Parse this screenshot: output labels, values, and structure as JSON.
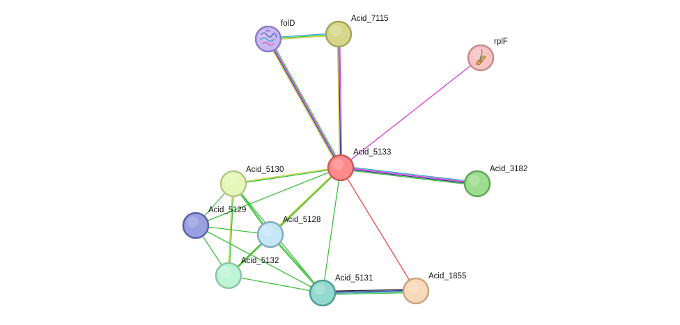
{
  "network": {
    "nodes": [
      {
        "id": "folD",
        "label": "folD",
        "color": "#c7b8f0",
        "border": "#8e7ac8",
        "icon": "protein-structure-icon"
      },
      {
        "id": "Acid_7115",
        "label": "Acid_7115",
        "color": "#d6d68c",
        "border": "#a3a35a"
      },
      {
        "id": "rplF",
        "label": "rplF",
        "color": "#f7c3c3",
        "border": "#c48c8c",
        "icon": "protein-structure-icon"
      },
      {
        "id": "Acid_5133",
        "label": "Acid_5133",
        "color": "#ff8a8a",
        "border": "#c75a5a"
      },
      {
        "id": "Acid_5130",
        "label": "Acid_5130",
        "color": "#e6f7b8",
        "border": "#b0c788"
      },
      {
        "id": "Acid_3182",
        "label": "Acid_3182",
        "color": "#9ddd8f",
        "border": "#5fa757"
      },
      {
        "id": "Acid_5129",
        "label": "Acid_5129",
        "color": "#99a0e0",
        "border": "#5a61a8"
      },
      {
        "id": "Acid_5128",
        "label": "Acid_5128",
        "color": "#c4e6f7",
        "border": "#86a8bf"
      },
      {
        "id": "Acid_5132",
        "label": "Acid_5132",
        "color": "#bff5d7",
        "border": "#8cc4a4"
      },
      {
        "id": "Acid_5131",
        "label": "Acid_5131",
        "color": "#93d9cf",
        "border": "#4f9c92"
      },
      {
        "id": "Acid_1855",
        "label": "Acid_1855",
        "color": "#f8d9b9",
        "border": "#c9a47f"
      }
    ],
    "evidence_colors": {
      "green": "#3cbf3c",
      "magenta": "#d43bd4",
      "darkblue": "#3a3a8c",
      "yellow": "#c8cf3c",
      "cyan": "#3aa6c9",
      "black": "#222222",
      "red": "#e84545"
    },
    "edges": [
      {
        "source": "folD",
        "target": "Acid_7115",
        "evidence": [
          "cyan",
          "green",
          "yellow"
        ]
      },
      {
        "source": "folD",
        "target": "Acid_5133",
        "evidence": [
          "green",
          "magenta",
          "darkblue",
          "yellow"
        ]
      },
      {
        "source": "Acid_7115",
        "target": "Acid_5133",
        "evidence": [
          "magenta",
          "darkblue",
          "yellow"
        ]
      },
      {
        "source": "rplF",
        "target": "Acid_5133",
        "evidence": [
          "magenta"
        ]
      },
      {
        "source": "Acid_5133",
        "target": "Acid_3182",
        "evidence": [
          "cyan",
          "magenta",
          "darkblue",
          "green"
        ]
      },
      {
        "source": "Acid_5133",
        "target": "Acid_5130",
        "evidence": [
          "green",
          "yellow"
        ]
      },
      {
        "source": "Acid_5133",
        "target": "Acid_5129",
        "evidence": [
          "green"
        ]
      },
      {
        "source": "Acid_5133",
        "target": "Acid_5128",
        "evidence": [
          "green",
          "yellow"
        ]
      },
      {
        "source": "Acid_5133",
        "target": "Acid_5132",
        "evidence": [
          "green",
          "yellow"
        ]
      },
      {
        "source": "Acid_5133",
        "target": "Acid_5131",
        "evidence": [
          "green"
        ]
      },
      {
        "source": "Acid_5133",
        "target": "Acid_1855",
        "evidence": [
          "red"
        ]
      },
      {
        "source": "Acid_5130",
        "target": "Acid_5129",
        "evidence": [
          "green"
        ]
      },
      {
        "source": "Acid_5130",
        "target": "Acid_5128",
        "evidence": [
          "green",
          "green"
        ]
      },
      {
        "source": "Acid_5130",
        "target": "Acid_5132",
        "evidence": [
          "green",
          "yellow"
        ]
      },
      {
        "source": "Acid_5130",
        "target": "Acid_5131",
        "evidence": [
          "green"
        ]
      },
      {
        "source": "Acid_5129",
        "target": "Acid_5128",
        "evidence": [
          "green"
        ]
      },
      {
        "source": "Acid_5129",
        "target": "Acid_5132",
        "evidence": [
          "green"
        ]
      },
      {
        "source": "Acid_5129",
        "target": "Acid_5131",
        "evidence": [
          "green"
        ]
      },
      {
        "source": "Acid_5128",
        "target": "Acid_5132",
        "evidence": [
          "green"
        ]
      },
      {
        "source": "Acid_5128",
        "target": "Acid_5131",
        "evidence": [
          "green",
          "green"
        ]
      },
      {
        "source": "Acid_5132",
        "target": "Acid_5131",
        "evidence": [
          "green"
        ]
      },
      {
        "source": "Acid_5131",
        "target": "Acid_1855",
        "evidence": [
          "black",
          "darkblue",
          "cyan",
          "green"
        ]
      }
    ]
  }
}
